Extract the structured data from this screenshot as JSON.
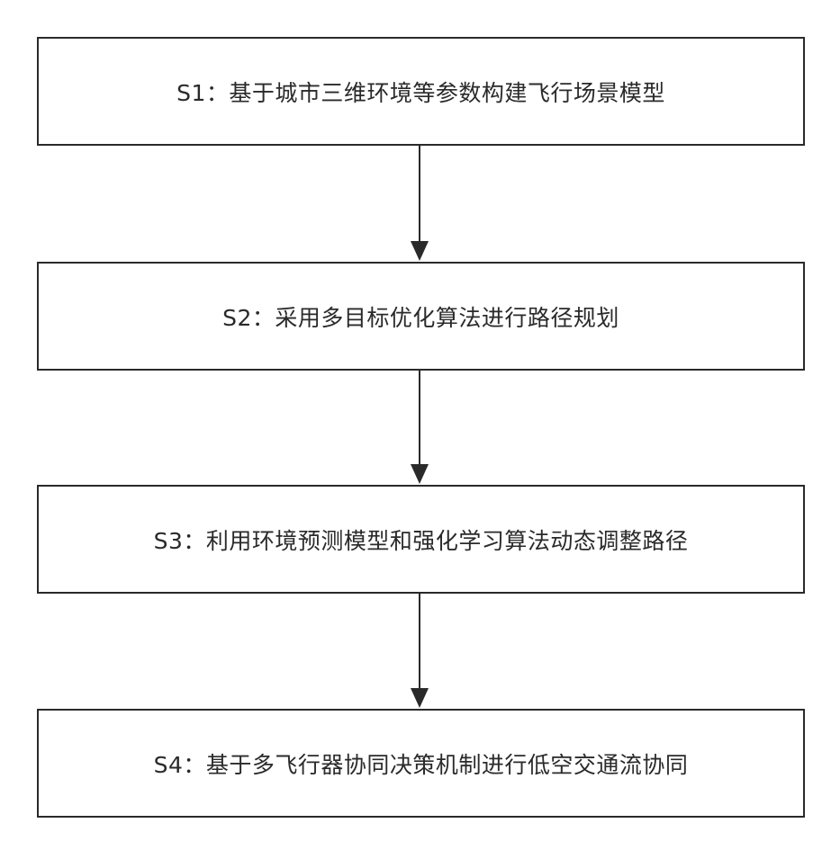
{
  "flowchart": {
    "steps": [
      {
        "id": "S1",
        "label": "S1：基于城市三维环境等参数构建飞行场景模型"
      },
      {
        "id": "S2",
        "label": "S2：采用多目标优化算法进行路径规划"
      },
      {
        "id": "S3",
        "label": "S3：利用环境预测模型和强化学习算法动态调整路径"
      },
      {
        "id": "S4",
        "label": "S4：基于多飞行器协同决策机制进行低空交通流协同"
      }
    ],
    "line_color": "#2a2a2a"
  }
}
